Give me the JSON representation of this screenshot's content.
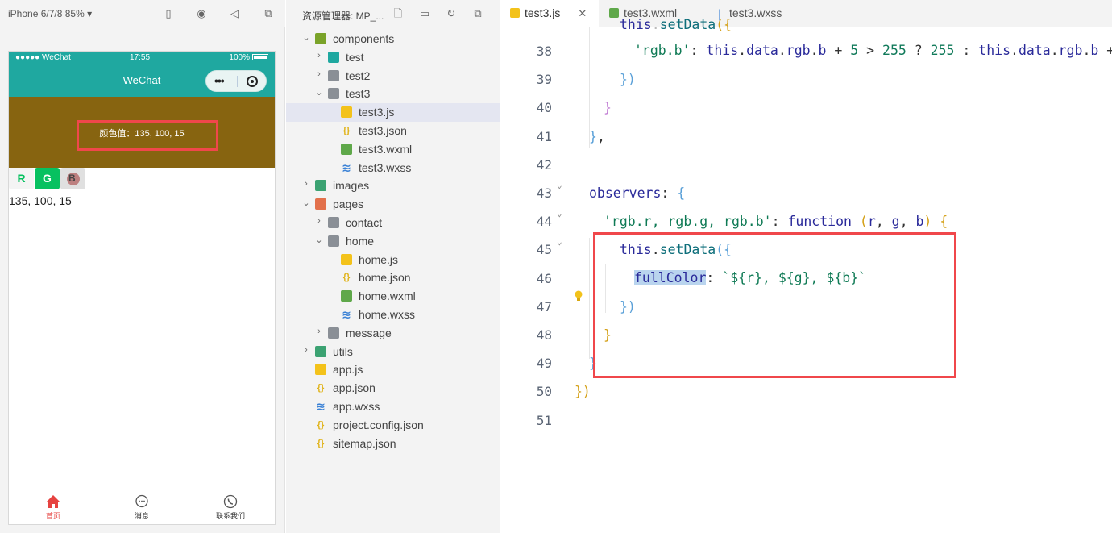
{
  "simulator": {
    "device_label": "iPhone 6/7/8 85%",
    "status": {
      "carrier": "●●●●● WeChat",
      "time": "17:55",
      "battery": "100%"
    },
    "nav_title": "WeChat",
    "color_text": "颜色值：135, 100, 15",
    "buttons": {
      "r": "R",
      "g": "G",
      "b": "B"
    },
    "rgb_line": "135, 100, 15",
    "color_rgb": "#876410",
    "tabbar": [
      {
        "label": "首页",
        "icon": "home-icon",
        "active": true
      },
      {
        "label": "消息",
        "icon": "message-icon",
        "active": false
      },
      {
        "label": "联系我们",
        "icon": "phone-icon",
        "active": false
      }
    ]
  },
  "explorer": {
    "title": "资源管理器: MP_...",
    "tree": [
      {
        "name": "components",
        "type": "folder-olive",
        "level": 0,
        "expanded": true
      },
      {
        "name": "test",
        "type": "folder-teal",
        "level": 1,
        "expanded": false
      },
      {
        "name": "test2",
        "type": "folder",
        "level": 1,
        "expanded": false
      },
      {
        "name": "test3",
        "type": "folder",
        "level": 1,
        "expanded": true
      },
      {
        "name": "test3.js",
        "type": "js",
        "level": 2,
        "selected": true
      },
      {
        "name": "test3.json",
        "type": "json",
        "level": 2
      },
      {
        "name": "test3.wxml",
        "type": "wxml",
        "level": 2
      },
      {
        "name": "test3.wxss",
        "type": "wxss",
        "level": 2
      },
      {
        "name": "images",
        "type": "folder-green",
        "level": 0,
        "expanded": false
      },
      {
        "name": "pages",
        "type": "folder-orange",
        "level": 0,
        "expanded": true
      },
      {
        "name": "contact",
        "type": "folder",
        "level": 1,
        "expanded": false
      },
      {
        "name": "home",
        "type": "folder",
        "level": 1,
        "expanded": true
      },
      {
        "name": "home.js",
        "type": "js",
        "level": 2
      },
      {
        "name": "home.json",
        "type": "json",
        "level": 2
      },
      {
        "name": "home.wxml",
        "type": "wxml",
        "level": 2
      },
      {
        "name": "home.wxss",
        "type": "wxss",
        "level": 2
      },
      {
        "name": "message",
        "type": "folder",
        "level": 1,
        "expanded": false
      },
      {
        "name": "utils",
        "type": "folder-green",
        "level": 0,
        "expanded": false
      },
      {
        "name": "app.js",
        "type": "js",
        "level": 0,
        "leaf": true
      },
      {
        "name": "app.json",
        "type": "json",
        "level": 0,
        "leaf": true
      },
      {
        "name": "app.wxss",
        "type": "wxss",
        "level": 0,
        "leaf": true
      },
      {
        "name": "project.config.json",
        "type": "json",
        "level": 0,
        "leaf": true
      },
      {
        "name": "sitemap.json",
        "type": "json",
        "level": 0,
        "leaf": true
      }
    ]
  },
  "editor": {
    "tabs": [
      {
        "name": "test3.js",
        "active": true,
        "close": "✕"
      },
      {
        "name": "test3.wxml",
        "active": false
      },
      {
        "name": "test3.wxss",
        "active": false
      }
    ],
    "line_numbers": [
      "38",
      "39",
      "40",
      "41",
      "42",
      "43",
      "44",
      "45",
      "46",
      "47",
      "48",
      "49",
      "50",
      "51"
    ]
  }
}
